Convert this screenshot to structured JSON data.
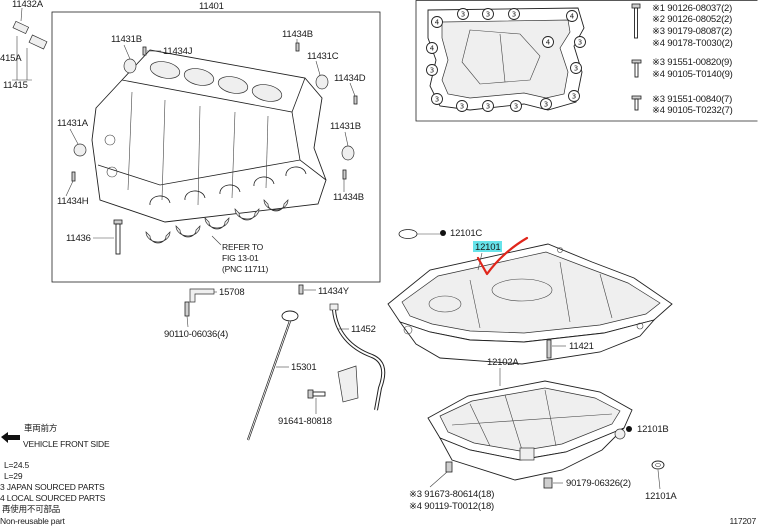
{
  "figure_number": "117207",
  "colors": {
    "highlight": "#66e3ea",
    "annotation": "#e0261b",
    "ink": "#1a1a1a"
  },
  "cylinder_block_group": {
    "c11432A": "11432A",
    "c11401": "11401",
    "c11431B_top": "11431B",
    "c11434J": "11434J",
    "c11434B_top": "11434B",
    "c11431C": "11431C",
    "c11434D": "11434D",
    "c11431A": "11431A",
    "c11431B_right": "11431B",
    "c11434H": "11434H",
    "c11434B_right": "11434B",
    "c11436": "11436",
    "c415A": "415A",
    "c11415": "11415",
    "refer_note": [
      "REFER TO",
      "FIG 13-01",
      "(PNC 11711)"
    ]
  },
  "dipstick_group": {
    "c15708": "15708",
    "c11434Y": "11434Y",
    "c90110_06036": "90110-06036(4)",
    "c11452": "11452",
    "c15301": "15301",
    "c91641_80818": "91641-80818"
  },
  "oil_pan_group": {
    "c12101C": "12101C",
    "c12101": "12101",
    "c11421": "11421",
    "c12102A": "12102A",
    "c12101B": "12101B",
    "c90179_06326": "90179-06326(2)",
    "c12101A": "12101A",
    "c91673_80614": "※3 91673-80614(18)",
    "c90119_T0012": "※4 90119-T0012(18)"
  },
  "fastener_box": {
    "rows": [
      "※1 90126-08037(2)",
      "※2 90126-08052(2)",
      "※3 90179-08087(2)",
      "※4 90178-T0030(2)",
      "※3 91551-00820(9)",
      "※4 90105-T0140(9)",
      "※3 91551-00840(7)",
      "※4 90105-T0232(7)"
    ],
    "hole_markers": [
      "4",
      "3",
      "3",
      "3",
      "4",
      "4",
      "3",
      "3",
      "3",
      "3",
      "3",
      "3",
      "3",
      "3",
      "3",
      "4"
    ]
  },
  "legend": {
    "front_jp": "車両前方",
    "front_en": "VEHICLE FRONT SIDE",
    "notes": [
      "L=24.5",
      "L=29",
      "3 JAPAN SOURCED PARTS",
      "4 LOCAL SOURCED PARTS"
    ],
    "non_reusable_jp": "再使用不可部品",
    "non_reusable_en": "Non-reusable part"
  }
}
